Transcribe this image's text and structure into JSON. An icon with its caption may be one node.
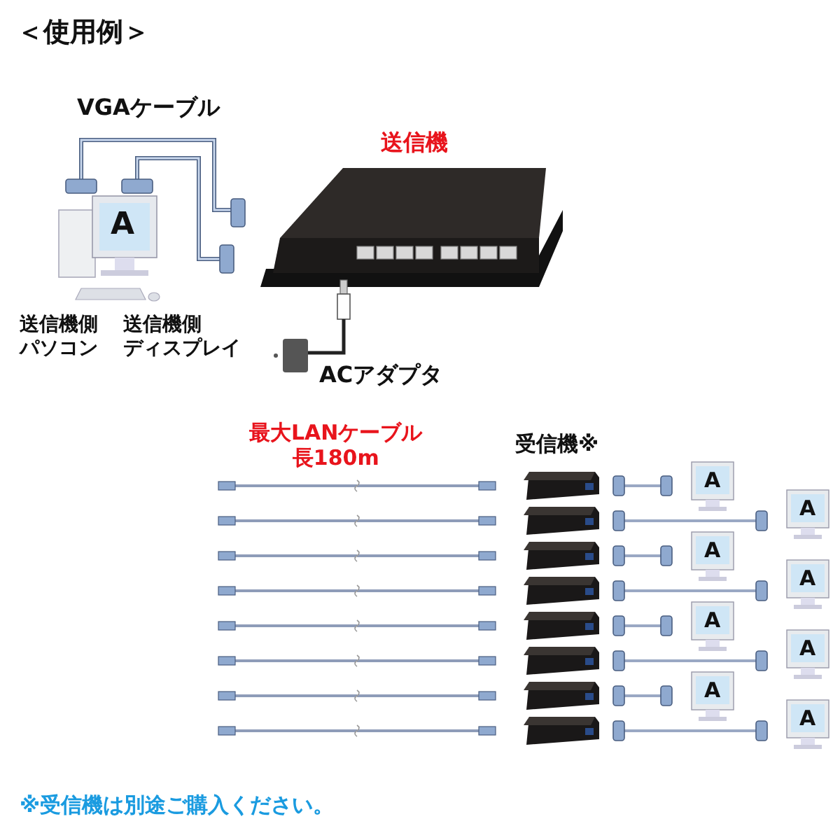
{
  "diagram": {
    "title": "＜使用例＞",
    "labels": [
      "VGAケーブル",
      "送信機",
      "A",
      "送信機側パソコン",
      "送信機側ディスプレイ",
      "ACアダプタ",
      "最大LANケーブル長180m",
      "受信機※",
      "A",
      "A",
      "A",
      "A",
      "A",
      "A",
      "A",
      "A"
    ],
    "caption": "※受信機は別途ご購入ください。"
  }
}
